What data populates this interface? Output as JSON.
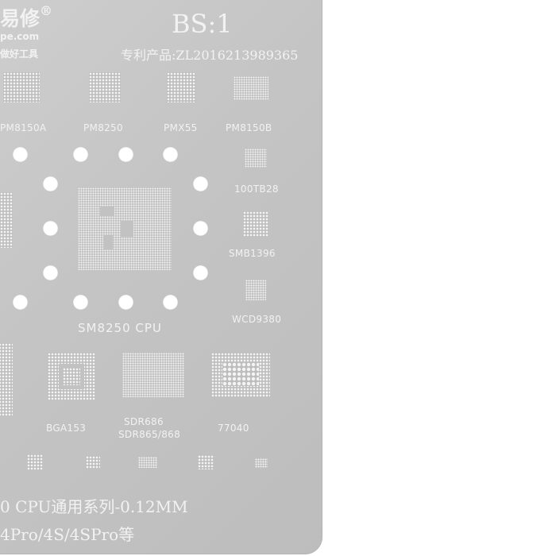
{
  "brand": {
    "name_fragment": "易修",
    "reg_mark": "®",
    "url_fragment": "pe.com",
    "tagline_fragment": "做好工具"
  },
  "header": {
    "model": "BS:1",
    "patent": "专利产品:ZL2016213989365"
  },
  "chips": {
    "pm8150a": "PM8150A",
    "pm8250": "PM8250",
    "pmx55": "PMX55",
    "pm8150b": "PM8150B",
    "t100tb28": "100TB28",
    "smb1396": "SMB1396",
    "wcd9380": "WCD9380",
    "cpu": "SM8250 CPU",
    "bga153": "BGA153",
    "sdr686": "SDR686",
    "sdr865": "SDR865/868",
    "c77040": "77040"
  },
  "footer": {
    "series": "0 CPU通用系列-0.12MM",
    "models": "4Pro/4S/4SPro等"
  }
}
